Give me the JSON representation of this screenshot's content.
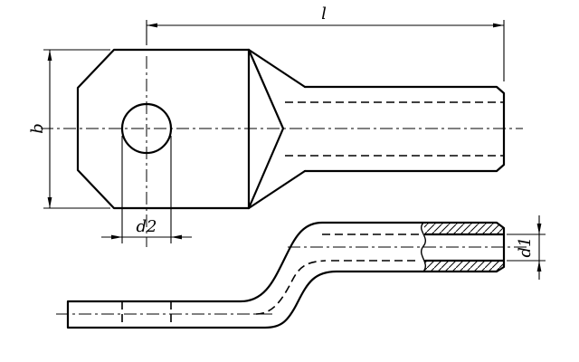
{
  "drawing": {
    "labels": {
      "l": "l",
      "b": "b",
      "d2": "d2",
      "d1": "d1"
    },
    "colors": {
      "background": "#ffffff",
      "line": "#000000"
    }
  }
}
